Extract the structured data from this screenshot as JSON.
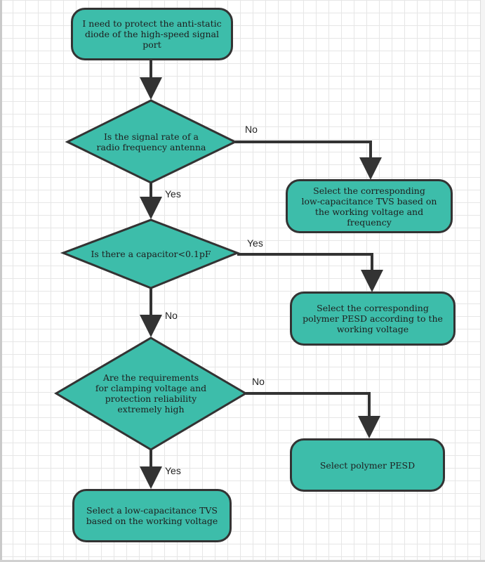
{
  "flowchart": {
    "start": "I need to protect the anti-static\ndiode of the high-speed signal\nport",
    "decision1": "Is the signal rate of a\nradio frequency antenna",
    "decision2": "Is there a capacitor<0.1pF",
    "decision3": "Are the requirements\nfor clamping voltage and\nprotection reliability\nextremely high",
    "result1": "Select the corresponding\nlow-capacitance TVS based on\nthe working voltage and\nfrequency",
    "result2": "Select the corresponding\npolymer PESD according to the\nworking voltage",
    "result3": "Select polymer PESD",
    "result4": "Select a low-capacitance TVS\nbased on the working voltage",
    "edges": {
      "d1_no": "No",
      "d1_yes": "Yes",
      "d2_yes": "Yes",
      "d2_no": "No",
      "d3_no": "No",
      "d3_yes": "Yes"
    }
  },
  "colors": {
    "fill": "#3dbdaa",
    "stroke": "#333333",
    "grid": "#e6e6e6"
  }
}
